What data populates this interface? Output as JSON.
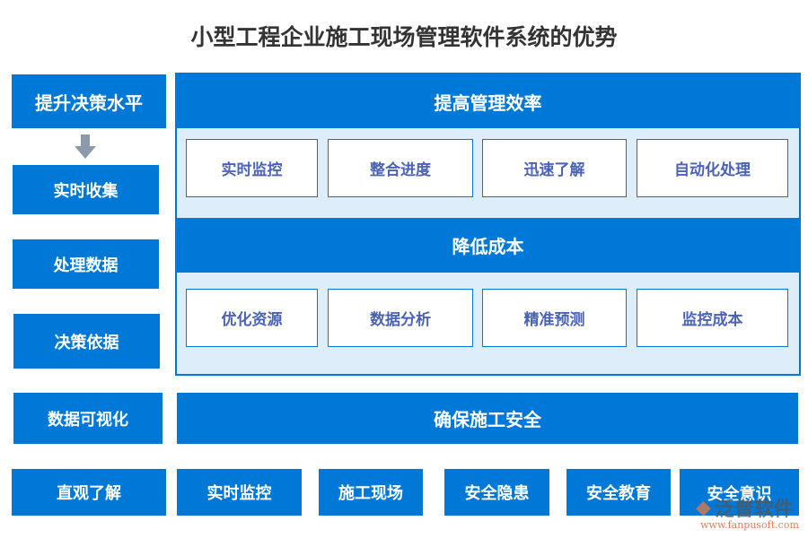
{
  "title": "小型工程企业施工现场管理软件系统的优势",
  "left": [
    "提升决策水平",
    "实时收集",
    "处理数据",
    "决策依据",
    "数据可视化",
    "直观了解"
  ],
  "section1": {
    "header": "提高管理效率",
    "items": [
      "实时监控",
      "整合进度",
      "迅速了解",
      "自动化处理"
    ]
  },
  "section2": {
    "header": "降低成本",
    "items": [
      "优化资源",
      "数据分析",
      "精准预测",
      "监控成本"
    ]
  },
  "section3": {
    "header": "确保施工安全",
    "items": [
      "实时监控",
      "施工现场",
      "安全隐患",
      "安全教育",
      "安全意识"
    ]
  },
  "watermark": {
    "brand": "泛普软件",
    "url": "www.fanpusoft.com"
  },
  "colors": {
    "primary": "#0078d7",
    "panel": "#deedfa",
    "arrow": "#8a9aaa"
  },
  "icons": {
    "arrow": "arrow-down-icon"
  }
}
